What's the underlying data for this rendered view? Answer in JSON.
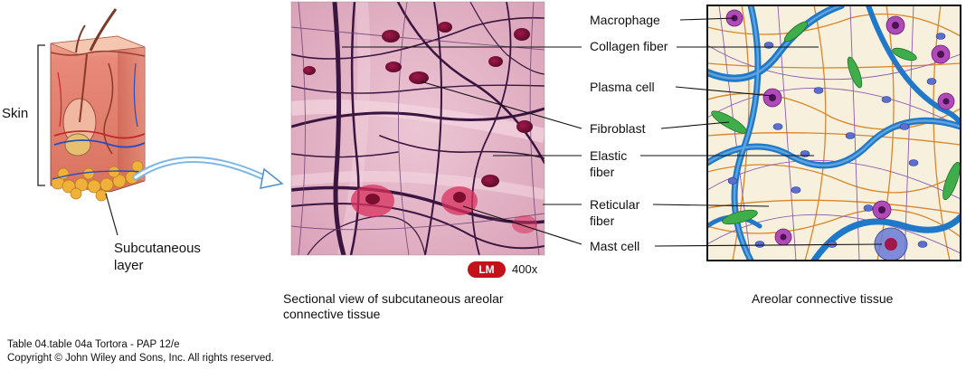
{
  "colors": {
    "micrograph_bg": "#e3b4c6",
    "fiber_dark": "#3a1540",
    "cell_magenta": "#c8245e",
    "collagen_blue": "#1f78c8",
    "fibroblast_green": "#3fae4a",
    "reticular_orange": "#d9862a",
    "elastic_purple": "#8e5bb0",
    "macrophage_violet": "#b04ab8",
    "skin_pink": "#e58a7d",
    "fat_yellow": "#f0b13a",
    "lm_badge": "#c4121a"
  },
  "left_panel": {
    "skin_label": "Skin",
    "subcutaneous_label": "Subcutaneous layer"
  },
  "micrograph": {
    "badge": "LM",
    "magnification": "400x",
    "caption": "Sectional view of subcutaneous areolar connective tissue"
  },
  "labels": {
    "macrophage": "Macrophage",
    "collagen": "Collagen fiber",
    "plasma": "Plasma cell",
    "fibroblast": "Fibroblast",
    "elastic": "Elastic fiber",
    "reticular": "Reticular fiber",
    "mast": "Mast cell"
  },
  "illustration": {
    "caption": "Areolar connective tissue"
  },
  "footer": {
    "line1": "Table 04.table 04a  Tortora - PAP 12/e",
    "line2": "Copyright © John Wiley and Sons, Inc. All rights reserved."
  }
}
